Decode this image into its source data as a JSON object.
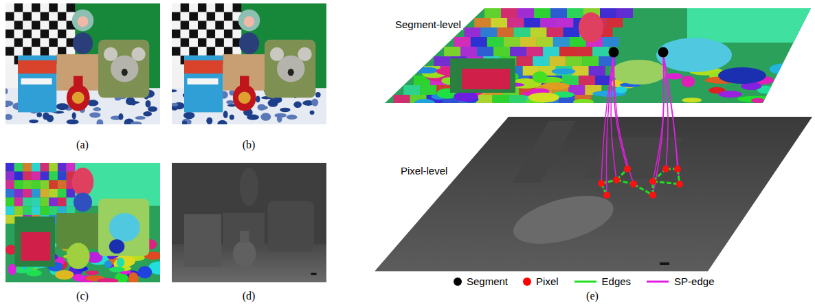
{
  "diagram": {
    "labels": [
      "(a)",
      "(b)",
      "Segment-level",
      "Pixel-level",
      "(c)",
      "(d)",
      "(e)"
    ],
    "legend": [
      {
        "text": "Segment",
        "color": "#000000"
      },
      {
        "text": "Pixel",
        "color": "#ff0000"
      },
      {
        "text": "Edges"
      },
      {
        "text": "SP-edge"
      }
    ]
  }
}
